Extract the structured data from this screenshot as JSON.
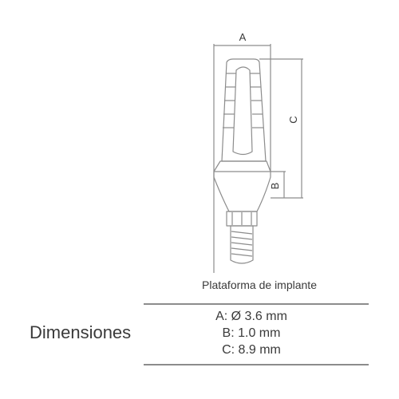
{
  "diagram": {
    "labels": {
      "a": "A",
      "b": "B",
      "c": "C"
    }
  },
  "caption": "Plataforma de implante",
  "dimensions": {
    "title": "Dimensiones",
    "items": [
      {
        "text": "A: Ø 3.6 mm"
      },
      {
        "text": "B: 1.0 mm"
      },
      {
        "text": "C: 8.9 mm"
      }
    ]
  },
  "colors": {
    "line": "#8c8c8c",
    "text": "#3a3a3a",
    "rule": "#8c8c8c"
  }
}
